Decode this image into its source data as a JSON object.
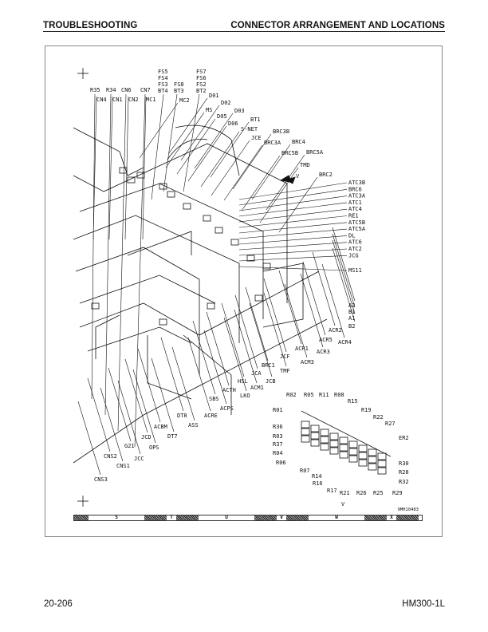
{
  "header": {
    "left": "TROUBLESHOOTING",
    "right": "CONNECTOR ARRANGEMENT AND LOCATIONS"
  },
  "footer": {
    "page_number": "20-206",
    "model": "HM300-1L"
  },
  "diagram": {
    "drawing_id": "9MH10483",
    "view_marker": "V",
    "view_marker_bottom": "V",
    "labels_top_row1": [
      "R35",
      "R34",
      "CN6",
      "CN7"
    ],
    "labels_top_row2": [
      "CN4",
      "CN1",
      "CN2",
      "MC1"
    ],
    "fuse_stack_1": [
      "FS5",
      "FS4",
      "FS3",
      "BT4"
    ],
    "fuse_stack_2": [
      "FS8",
      "BT3"
    ],
    "fuse_stack_3": [
      "FS7",
      "FS6",
      "FS2",
      "BT2"
    ],
    "labels_upper_right": [
      "MC2",
      "D01",
      "D02",
      "MS",
      "D03",
      "D05",
      "D06",
      "BT1",
      "S-NET",
      "JCE",
      "BRC3B",
      "BRC3A",
      "BRC4",
      "BRC5B",
      "BRC5A",
      "TMD",
      "BRC2"
    ],
    "labels_right_column": [
      "ATC3B",
      "BRC6",
      "ATC3A",
      "ATC1",
      "ATC4",
      "RE1",
      "ATC5B",
      "ATC5A",
      "DL",
      "ATC6",
      "ATC2",
      "JCG",
      "MS11"
    ],
    "labels_right_lower": [
      "A2",
      "B1",
      "A1",
      "B2",
      "ACR2",
      "ACR5",
      "ACR4",
      "ACR1",
      "ACR3",
      "JCF",
      "ACM3",
      "BRC1",
      "TMF",
      "JCA",
      "JCB",
      "HSL",
      "ACM1",
      "ACTH",
      "LKO",
      "SBS",
      "ACPS",
      "ACRE",
      "DT8",
      "ASS",
      "ACBM",
      "DT7",
      "JCD",
      "OPS",
      "G21",
      "JCC",
      "CNS2",
      "CNS1",
      "CNS3"
    ],
    "relay_labels": [
      "R02",
      "R05",
      "R11",
      "R08",
      "R15",
      "R01",
      "R19",
      "R22",
      "R36",
      "R27",
      "R03",
      "ER2",
      "R37",
      "R04",
      "R06",
      "R07",
      "R14",
      "R16",
      "R17",
      "R21",
      "R26",
      "R25",
      "R29",
      "R30",
      "R28",
      "R32"
    ],
    "grid_letters": [
      "S",
      "T",
      "U",
      "V",
      "W",
      "X"
    ]
  }
}
